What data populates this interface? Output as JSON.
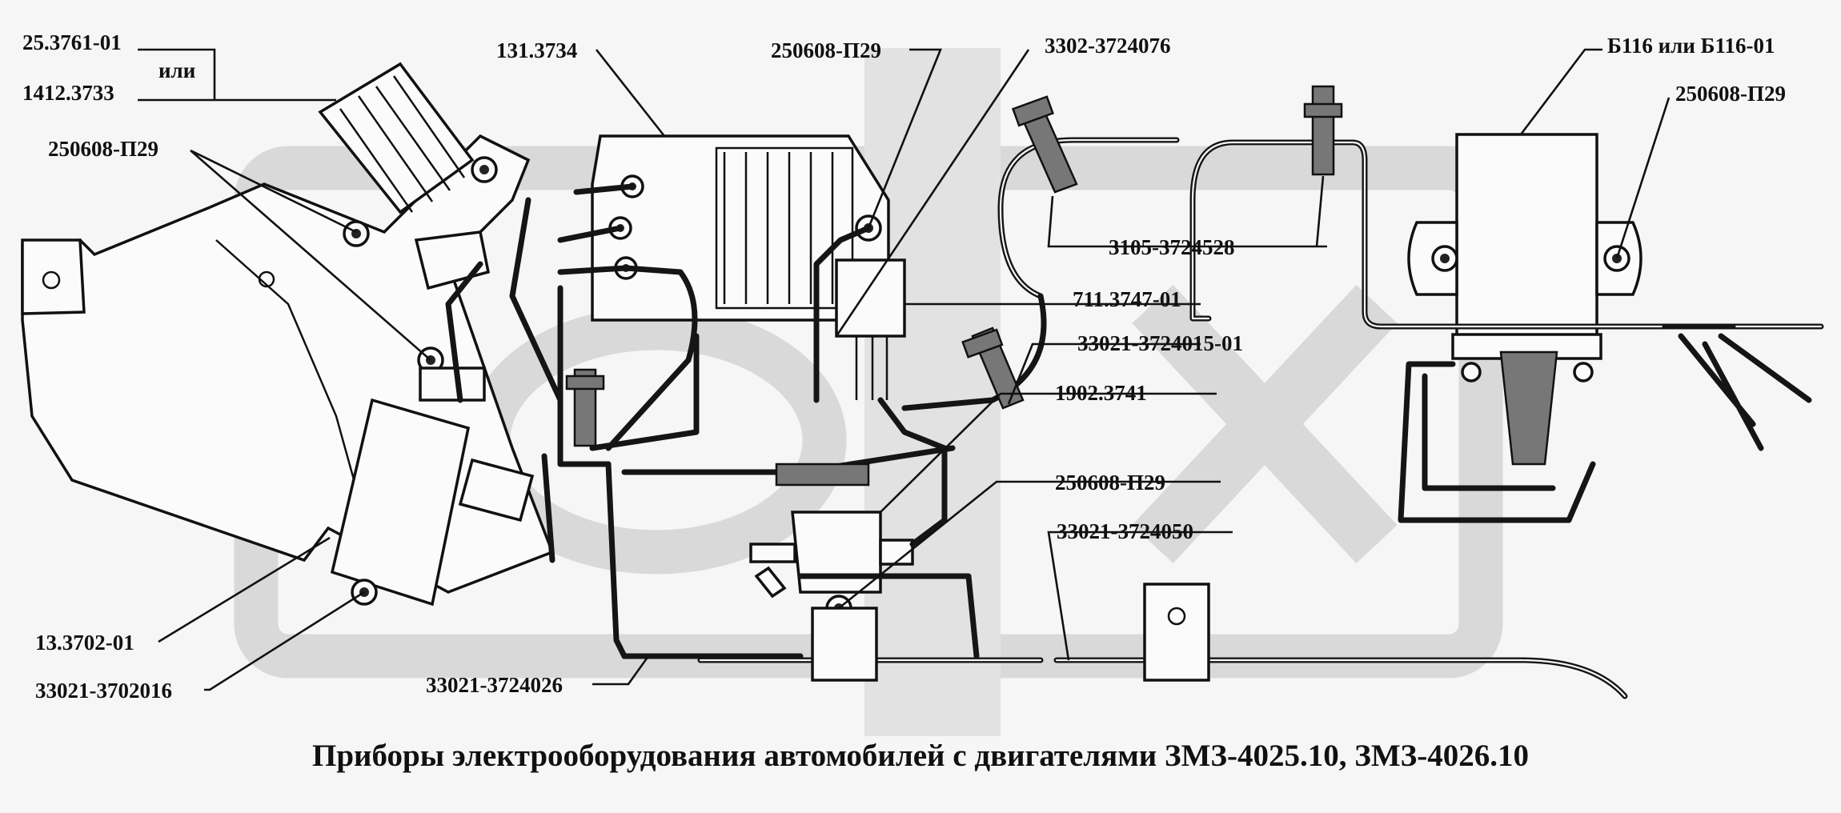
{
  "labels": {
    "ignition_switch_a": "25.3761-01",
    "or_word": "или",
    "ignition_switch_b": "1412.3733",
    "bolt_1": "250608-П29",
    "regulator": "131.3734",
    "bolt_2": "250608-П29",
    "harness_1": "3302-3724076",
    "battery": "Б116 или Б116-01",
    "bolt_3": "250608-П29",
    "connector": "3105-3724528",
    "relay": "711.3747-01",
    "harness_2": "33021-3724015-01",
    "sensor": "1902.3741",
    "bolt_4": "250608-П29",
    "harness_3": "33021-3724050",
    "coil": "13.3702-01",
    "bracket": "33021-3702016",
    "harness_4": "33021-3724026"
  },
  "caption": "Приборы электрооборудования автомобилей с двигателями ЗМЗ-4025.10, ЗМЗ-4026.10",
  "watermark": "logo",
  "colors": {
    "ink": "#111111",
    "paper": "#f6f6f6",
    "watermark": "#d7d7d7"
  }
}
